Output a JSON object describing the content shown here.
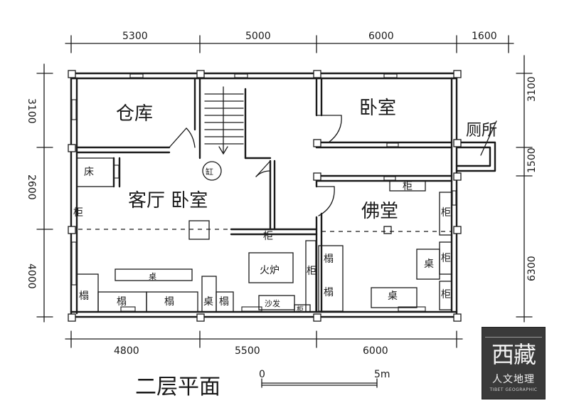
{
  "dimensions": {
    "top": [
      "5300",
      "5000",
      "6000",
      "1600"
    ],
    "bottom": [
      "4800",
      "5500",
      "6000"
    ],
    "left": [
      "3100",
      "2600",
      "4000"
    ],
    "right": [
      "3100",
      "1500",
      "6300"
    ]
  },
  "rooms": {
    "storage": "仓库",
    "bedroom_top": "卧室",
    "toilet": "厕所",
    "living_bedroom": "客厅 卧室",
    "shrine_hall": "佛堂"
  },
  "furniture": {
    "bed": "床",
    "cabinet": "柜",
    "jar": "缸",
    "stove": "火炉",
    "table": "桌",
    "bench": "榻",
    "sofa": "沙发"
  },
  "plan_title": "二层平面",
  "scale_bar": {
    "start": "0",
    "end": "5m"
  },
  "logo": {
    "main": "西藏",
    "sub": "人文地理",
    "en": "TIBET GEOGRAPHIC"
  }
}
